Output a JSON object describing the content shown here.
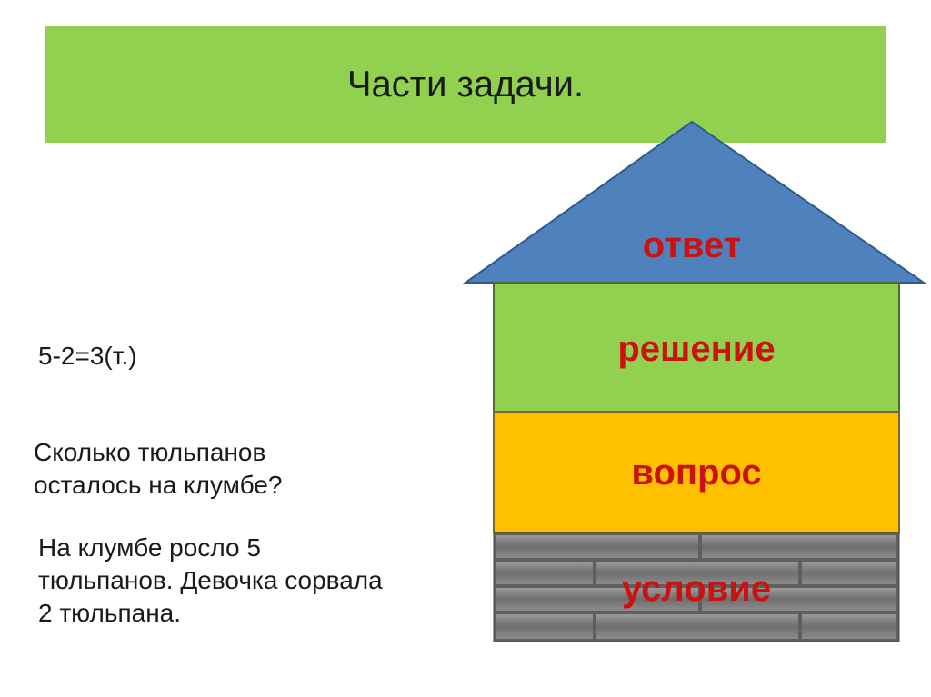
{
  "slide": {
    "title": "Части задачи.",
    "equation": "5-2=3(т.)",
    "question_lines": [
      "Сколько тюльпанов",
      "осталось на клумбе?"
    ],
    "condition_lines": [
      "На клумбе росло 5",
      "тюльпанов. Девочка сорвала",
      "2 тюльпана."
    ]
  },
  "house": {
    "roof_label": "ответ",
    "floor2_label": "решение",
    "floor1_label": "вопрос",
    "foundation_label": "условие"
  },
  "colors": {
    "title_banner": "#92d050",
    "roof": "#4f81bd",
    "roof_stroke": "#2f5a8c",
    "floor_solution": "#92d050",
    "floor_question": "#ffc000",
    "foundation": "#7f7f7f",
    "label_text": "#cc1111"
  }
}
